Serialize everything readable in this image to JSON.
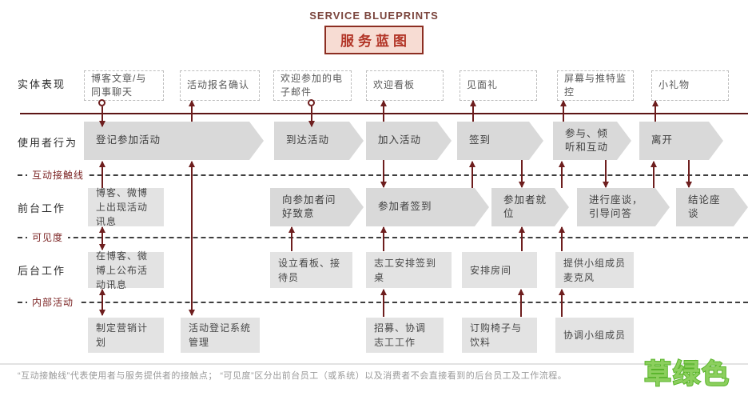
{
  "header": {
    "title_en": "SERVICE BLUEPRINTS",
    "title_zh": "服务蓝图"
  },
  "row_labels": {
    "physical_evidence": "实体表现",
    "user_actions": "使用者行为",
    "frontstage": "前台工作",
    "backstage": "后台工作"
  },
  "separator_labels": {
    "line_of_interaction": "互动接触线",
    "line_of_visibility": "可见度",
    "internal_interaction": "内部活动"
  },
  "physical_evidence": [
    "博客文章/与同事聊天",
    "活动报名确认",
    "欢迎参加的电子邮件",
    "欢迎看板",
    "见面礼",
    "屏幕与推特监控",
    "小礼物"
  ],
  "user_actions": [
    "登记参加活动",
    "到达活动",
    "加入活动",
    "签到",
    "参与、倾听和互动",
    "离开"
  ],
  "frontstage": [
    "博客、微博上出现活动讯息",
    "向参加者问好致意",
    "参加者签到",
    "参加者就位",
    "进行座谈，引导问答",
    "结论座谈"
  ],
  "backstage": [
    "在博客、微博上公布活动讯息",
    "设立看板、接待员",
    "志工安排签到桌",
    "安排房间",
    "提供小组成员麦克风"
  ],
  "internal_activities": [
    "制定营销计划",
    "活动登记系统管理",
    "招募、协调志工工作",
    "订购椅子与饮料",
    "协调小组成员"
  ],
  "footnote": "“互动接触线”代表使用者与服务提供者的接触点； “可见度”区分出前台员工（或系统）以及消费者不会直接看到的后台员工及工作流程。",
  "watermark": "草绿色",
  "colors": {
    "accent_dark_red": "#6e1e1e",
    "title_box_border": "#8c2e22",
    "title_box_bg": "#f7dcd3",
    "title_box_text": "#b23527",
    "shape_gray": "#d9d9d9",
    "box_gray": "#e3e3e3",
    "watermark_green": "#58b42a"
  }
}
